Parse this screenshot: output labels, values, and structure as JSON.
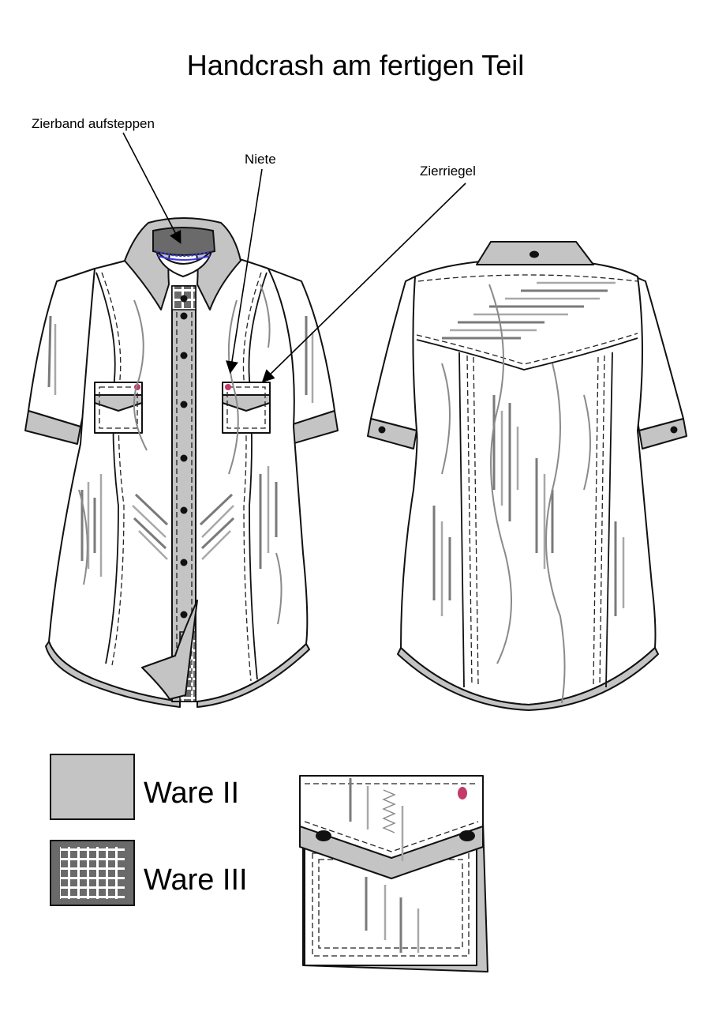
{
  "title": "Handcrash am fertigen Teil",
  "annotations": {
    "zierband": "Zierband aufsteppen",
    "niete": "Niete",
    "zierriegel": "Zierriegel"
  },
  "legend": {
    "ware2": "Ware II",
    "ware3": "Ware III"
  },
  "colors": {
    "ware2_fill": "#c4c4c4",
    "ware3_fill": "#6a6a6a",
    "zierband_accent": "#3b3bdc",
    "niete_accent": "#c43a6a"
  }
}
